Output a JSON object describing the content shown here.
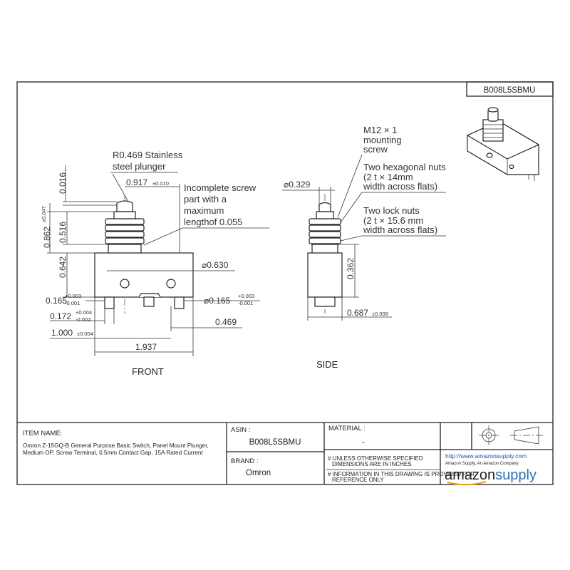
{
  "part_number": "B008L5SBMU",
  "views": {
    "front": "FRONT",
    "side": "SIDE"
  },
  "notes": {
    "plunger_line1": "R0.469 Stainless",
    "plunger_line2": "steel plunger",
    "screw_part_line1": "Incomplete screw",
    "screw_part_line2": "part with a",
    "screw_part_line3": "maximum",
    "screw_part_line4": "lengthof 0.055",
    "mounting_line1": "M12 × 1",
    "mounting_line2": "mounting",
    "mounting_line3": "screw",
    "hex_nuts_line1": "Two hexagonal nuts",
    "hex_nuts_line2": "(2 t × 14mm",
    "hex_nuts_line3": "width across flats)",
    "lock_nuts_line1": "Two lock nuts",
    "lock_nuts_line2": "(2 t × 15.6 mm",
    "lock_nuts_line3": "width across flats)"
  },
  "dimensions": {
    "d_0016": "0.016",
    "d_0917": "0.917",
    "d_0917_tol": "±0.010",
    "d_0862": "0.862",
    "d_0862_tol": "±0.047",
    "d_0516": "0.516",
    "d_0642": "0.642",
    "d_phi0630": "⌀0.630",
    "d_0165_left": "0.165",
    "d_0165_left_tol_up": "+0.003",
    "d_0165_left_tol_dn": "-0.001",
    "d_phi0165": "⌀0.165",
    "d_phi0165_tol_up": "+0.003",
    "d_phi0165_tol_dn": "-0.001",
    "d_0172": "0.172",
    "d_0172_tol_up": "+0.004",
    "d_0172_tol_dn": "-0.002",
    "d_0469": "0.469",
    "d_1000": "1.000",
    "d_1000_tol": "±0.004",
    "d_1937": "1.937",
    "d_phi0329": "⌀0.329",
    "d_0362": "0.362",
    "d_0687": "0.687",
    "d_0687_tol": "±0.008"
  },
  "title_block": {
    "item_name_label": "ITEM NAME:",
    "item_name_line1": "Omron Z-15GQ-B General Purpose Basic Switch, Panel Mount Plunger,",
    "item_name_line2": "Medium OP, Screw Terminal, 0.5mm Contact Gap, 15A Rated Current",
    "asin_label": "ASIN :",
    "asin_value": "B008L5SBMU",
    "brand_label": "BRAND :",
    "brand_value": "Omron",
    "material_label": "MATERIAL :",
    "material_value": "-",
    "note1_line1": "# UNLESS OTHERWISE SPECIFIED",
    "note1_line2": "DIMENSIONS ARE IN INCHES",
    "note2_line1": "# INFORMATION IN THIS DRAWING IS PROVIDED FOR",
    "note2_line2": "REFERENCE ONLY",
    "url": "http://www.amazonsupply.com",
    "tagline": "Amazon Supply, An Amazon Company",
    "logo_text_a": "amazon",
    "logo_text_b": "supply",
    "logo_accent_color": "#f39c12",
    "logo_main_color": "#222222",
    "logo_supply_color": "#2a73b8"
  }
}
